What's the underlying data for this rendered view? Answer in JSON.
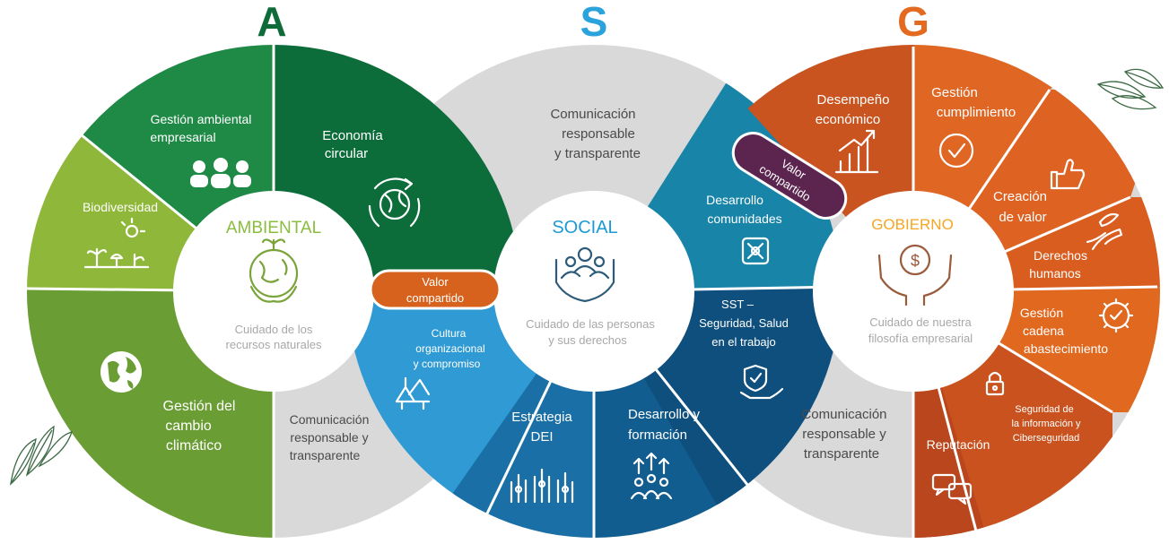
{
  "letters": {
    "a": "A",
    "s": "S",
    "g": "G"
  },
  "colors": {
    "a_dark": "#0c6d3a",
    "a_mid": "#1f8a46",
    "a_light": "#8fb83a",
    "a_green": "#6a9d33",
    "s_light": "#2f9ad3",
    "s_mid": "#1a6fa6",
    "s_dark": "#0f4f7d",
    "s_teal": "#1884a8",
    "g_dark": "#b9461c",
    "g_mid": "#e06623",
    "g_orange": "#d95d1f",
    "gray": "#d9d9d9",
    "purple": "#5b2550",
    "orange_pill": "#d6621d",
    "letter_a": "#0f6b3a",
    "letter_s": "#2aa3dc",
    "letter_g": "#e36a20",
    "center_a": "#8bbd3f",
    "center_s": "#1a9bd7",
    "center_g": "#f5a623"
  },
  "ambiental": {
    "center_title": "AMBIENTAL",
    "center_sub": [
      "Cuidado de los",
      "recursos naturales"
    ],
    "gestion_ambiental": [
      "Gestión ambiental",
      "empresarial"
    ],
    "biodiversidad": "Biodiversidad",
    "economia": [
      "Economía",
      "circular"
    ],
    "cambio": [
      "Gestión del",
      "cambio",
      "climático"
    ],
    "comunicacion": [
      "Comunicación",
      "responsable y",
      "transparente"
    ]
  },
  "social": {
    "center_title": "SOCIAL",
    "center_sub": [
      "Cuidado de las personas",
      "y sus derechos"
    ],
    "comunicacion": [
      "Comunicación",
      "responsable",
      "y transparente"
    ],
    "cultura": [
      "Cultura",
      "organizacional",
      "y compromiso"
    ],
    "estrategia": [
      "Estrategia",
      "DEI"
    ],
    "desarrollo_formacion": [
      "Desarrollo y",
      "formación"
    ],
    "sst": [
      "SST –",
      "Seguridad, Salud",
      "en el trabajo"
    ],
    "desarrollo_comunidades": [
      "Desarrollo",
      "comunidades"
    ]
  },
  "gobierno": {
    "center_title": "GOBIERNO",
    "center_sub": [
      "Cuidado de nuestra",
      "filosofía empresarial"
    ],
    "desempeno": [
      "Desempeño",
      "económico"
    ],
    "cumplimiento": [
      "Gestión",
      "cumplimiento"
    ],
    "creacion": [
      "Creación",
      "de valor"
    ],
    "derechos": [
      "Derechos",
      "humanos"
    ],
    "cadena": [
      "Gestión",
      "cadena",
      "abastecimiento"
    ],
    "seguridad": [
      "Seguridad de",
      "la información y",
      "Ciberseguridad"
    ],
    "reputacion": "Reputación",
    "comunicacion": [
      "Comunicación",
      "responsable y",
      "transparente"
    ]
  },
  "valor_1": [
    "Valor",
    "compartido"
  ],
  "valor_2": [
    "Valor",
    "compartido"
  ]
}
